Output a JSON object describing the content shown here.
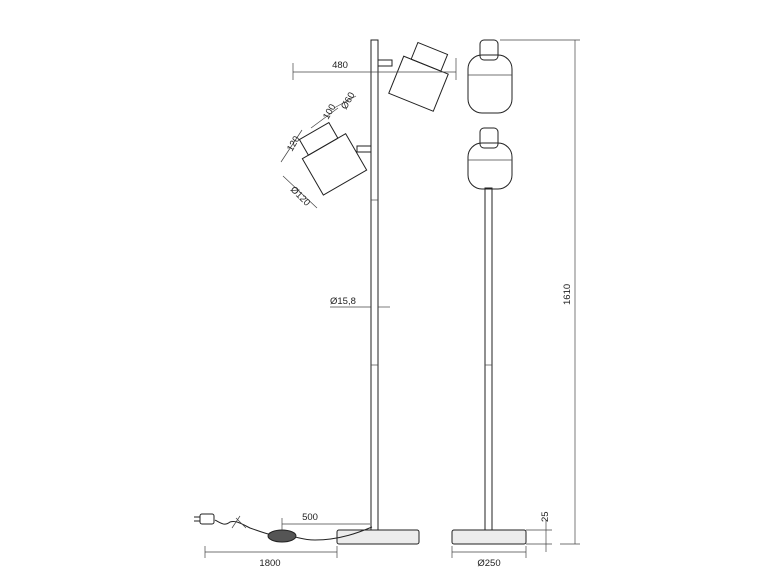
{
  "drawing": {
    "dims": {
      "shade_spread": "480",
      "head_height": "100",
      "head_diameter_small": "Ø60",
      "shade_length": "120",
      "shade_diameter": "Ø120",
      "pole_diameter": "Ø15,8",
      "cable_to_switch": "500",
      "cable_length": "1800",
      "base_diameter": "Ø250",
      "base_height": "25",
      "total_height": "1610"
    }
  }
}
